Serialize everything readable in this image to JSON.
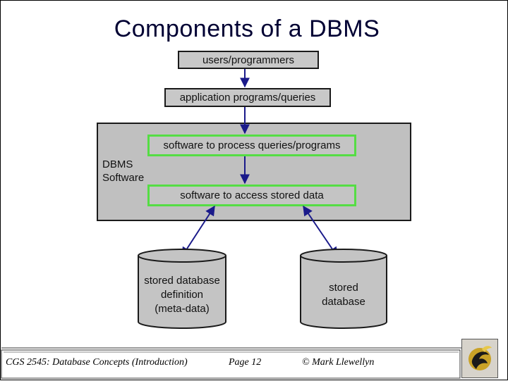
{
  "slide": {
    "title": "Components of a DBMS"
  },
  "diagram": {
    "users_box": "users/programmers",
    "app_box": "application programs/queries",
    "process_box": "software to process queries/programs",
    "access_box": "software to access stored data",
    "dbms_label_line1": "DBMS",
    "dbms_label_line2": "Software",
    "metadata_cylinder": {
      "line1": "stored database",
      "line2": "definition",
      "line3": "(meta-data)"
    },
    "data_cylinder": {
      "line1": "stored",
      "line2": "database"
    }
  },
  "footer": {
    "course": "CGS 2545: Database Concepts  (Introduction)",
    "page": "Page 12",
    "author": "© Mark Llewellyn"
  },
  "colors": {
    "box_fill": "#c8c8c8",
    "dbms_fill": "#c0c0c0",
    "green_border": "#55dd44",
    "arrow": "#1a1a8a",
    "title": "#000033"
  }
}
